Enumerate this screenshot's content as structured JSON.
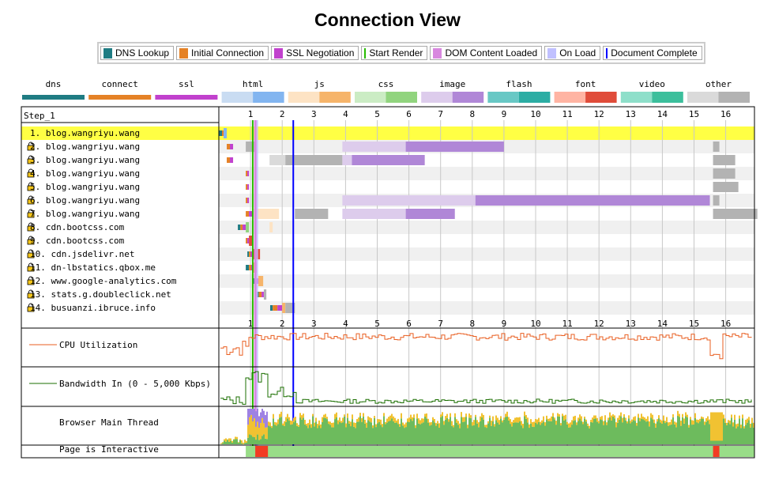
{
  "title": "Connection View",
  "legend": [
    {
      "label": "DNS Lookup",
      "color": "#1f7c83",
      "kind": "box"
    },
    {
      "label": "Initial Connection",
      "color": "#e58226",
      "kind": "box"
    },
    {
      "label": "SSL Negotiation",
      "color": "#c141cd",
      "kind": "box"
    },
    {
      "label": "Start Render",
      "color": "#28bc00",
      "kind": "line"
    },
    {
      "label": "DOM Content Loaded",
      "color": "#d888df",
      "kind": "box"
    },
    {
      "label": "On Load",
      "color": "#c0c0ff",
      "kind": "box"
    },
    {
      "label": "Document Complete",
      "color": "#0000ff",
      "kind": "line"
    }
  ],
  "content_types": [
    {
      "label": "dns",
      "colors": [
        "#1f7c83"
      ]
    },
    {
      "label": "connect",
      "colors": [
        "#e58226"
      ]
    },
    {
      "label": "ssl",
      "colors": [
        "#c141cd"
      ]
    },
    {
      "label": "html",
      "colors": [
        "#c9dcf2",
        "#82b5f0"
      ]
    },
    {
      "label": "js",
      "colors": [
        "#fde3c4",
        "#f6b46a"
      ]
    },
    {
      "label": "css",
      "colors": [
        "#cbecc4",
        "#91d47e"
      ]
    },
    {
      "label": "image",
      "colors": [
        "#ddccec",
        "#b087d7"
      ]
    },
    {
      "label": "flash",
      "colors": [
        "#68c8c5",
        "#2cada4"
      ]
    },
    {
      "label": "font",
      "colors": [
        "#ffb4a3",
        "#e04c3a"
      ]
    },
    {
      "label": "video",
      "colors": [
        "#8edfca",
        "#3cbf9c"
      ]
    },
    {
      "label": "other",
      "colors": [
        "#dadada",
        "#b3b3b3"
      ]
    }
  ],
  "chart_data": {
    "type": "waterfall",
    "step_label": "Step_1",
    "x_ticks": [
      1,
      2,
      3,
      4,
      5,
      6,
      7,
      8,
      9,
      10,
      11,
      12,
      13,
      14,
      15,
      16
    ],
    "x_range_seconds": [
      0,
      17
    ],
    "events": {
      "start_render": 1.07,
      "dom_content_loaded": 1.15,
      "on_load": [
        1.18,
        1.24
      ],
      "document_complete": 2.35
    },
    "requests": [
      {
        "label": "1. blog.wangriyu.wang",
        "secure": false,
        "highlight": true,
        "segments": [
          {
            "type": "dns",
            "start": 0.0,
            "end": 0.1
          },
          {
            "type": "connect",
            "start": 0.1,
            "end": 0.15
          },
          {
            "type": "html",
            "start": 0.15,
            "end": 0.25
          }
        ]
      },
      {
        "label": "2. blog.wangriyu.wang",
        "secure": true,
        "segments": [
          {
            "type": "connect",
            "start": 0.25,
            "end": 0.35
          },
          {
            "type": "ssl",
            "start": 0.35,
            "end": 0.45
          },
          {
            "type": "other",
            "start": 0.85,
            "end": 1.15
          },
          {
            "type": "image",
            "start": 3.9,
            "end": 5.9,
            "wait": true
          },
          {
            "type": "image",
            "start": 5.9,
            "end": 9.0
          },
          {
            "type": "other",
            "start": 15.6,
            "end": 15.8
          }
        ]
      },
      {
        "label": "3. blog.wangriyu.wang",
        "secure": true,
        "segments": [
          {
            "type": "connect",
            "start": 0.25,
            "end": 0.35
          },
          {
            "type": "ssl",
            "start": 0.35,
            "end": 0.45
          },
          {
            "type": "other",
            "start": 1.6,
            "end": 2.1,
            "wait": true
          },
          {
            "type": "other",
            "start": 2.1,
            "end": 3.9
          },
          {
            "type": "image",
            "start": 3.9,
            "end": 4.2,
            "wait": true
          },
          {
            "type": "image",
            "start": 4.2,
            "end": 6.5
          },
          {
            "type": "other",
            "start": 15.6,
            "end": 16.3
          }
        ]
      },
      {
        "label": "4. blog.wangriyu.wang",
        "secure": true,
        "segments": [
          {
            "type": "connect",
            "start": 0.85,
            "end": 0.9
          },
          {
            "type": "ssl",
            "start": 0.9,
            "end": 0.95
          },
          {
            "type": "other",
            "start": 15.6,
            "end": 16.3
          }
        ]
      },
      {
        "label": "5. blog.wangriyu.wang",
        "secure": true,
        "segments": [
          {
            "type": "connect",
            "start": 0.85,
            "end": 0.9
          },
          {
            "type": "ssl",
            "start": 0.9,
            "end": 0.95
          },
          {
            "type": "other",
            "start": 15.6,
            "end": 16.4
          }
        ]
      },
      {
        "label": "6. blog.wangriyu.wang",
        "secure": true,
        "segments": [
          {
            "type": "connect",
            "start": 0.85,
            "end": 0.9
          },
          {
            "type": "ssl",
            "start": 0.9,
            "end": 0.95
          },
          {
            "type": "image",
            "start": 3.9,
            "end": 8.1,
            "wait": true
          },
          {
            "type": "image",
            "start": 8.1,
            "end": 15.5
          },
          {
            "type": "other",
            "start": 15.6,
            "end": 15.8
          }
        ]
      },
      {
        "label": "7. blog.wangriyu.wang",
        "secure": true,
        "segments": [
          {
            "type": "connect",
            "start": 0.85,
            "end": 0.95
          },
          {
            "type": "ssl",
            "start": 0.95,
            "end": 1.05
          },
          {
            "type": "js",
            "start": 1.1,
            "end": 1.9,
            "wait": true
          },
          {
            "type": "other",
            "start": 2.4,
            "end": 3.45
          },
          {
            "type": "image",
            "start": 3.9,
            "end": 5.9,
            "wait": true
          },
          {
            "type": "image",
            "start": 5.9,
            "end": 7.45
          },
          {
            "type": "other",
            "start": 15.6,
            "end": 17.0
          }
        ]
      },
      {
        "label": "8. cdn.bootcss.com",
        "secure": true,
        "segments": [
          {
            "type": "dns",
            "start": 0.6,
            "end": 0.68
          },
          {
            "type": "connect",
            "start": 0.68,
            "end": 0.75
          },
          {
            "type": "ssl",
            "start": 0.75,
            "end": 0.85
          },
          {
            "type": "css",
            "start": 0.85,
            "end": 0.95
          },
          {
            "type": "js",
            "start": 1.6,
            "end": 1.7,
            "wait": true
          }
        ]
      },
      {
        "label": "9. cdn.bootcss.com",
        "secure": true,
        "segments": [
          {
            "type": "connect",
            "start": 0.85,
            "end": 0.9
          },
          {
            "type": "ssl",
            "start": 0.9,
            "end": 0.95
          },
          {
            "type": "font",
            "start": 0.95,
            "end": 1.08
          }
        ]
      },
      {
        "label": "10. cdn.jsdelivr.net",
        "secure": true,
        "segments": [
          {
            "type": "dns",
            "start": 0.9,
            "end": 0.95
          },
          {
            "type": "connect",
            "start": 0.95,
            "end": 1.0
          },
          {
            "type": "ssl",
            "start": 1.0,
            "end": 1.05
          },
          {
            "type": "font",
            "start": 1.05,
            "end": 1.3
          }
        ]
      },
      {
        "label": "11. dn-lbstatics.qbox.me",
        "secure": true,
        "segments": [
          {
            "type": "dns",
            "start": 0.85,
            "end": 0.95
          },
          {
            "type": "connect",
            "start": 0.95,
            "end": 1.02
          },
          {
            "type": "ssl",
            "start": 1.02,
            "end": 1.08
          },
          {
            "type": "js",
            "start": 1.08,
            "end": 1.2
          }
        ]
      },
      {
        "label": "12. www.google-analytics.com",
        "secure": true,
        "segments": [
          {
            "type": "dns",
            "start": 1.08,
            "end": 1.12
          },
          {
            "type": "connect",
            "start": 1.12,
            "end": 1.18
          },
          {
            "type": "ssl",
            "start": 1.18,
            "end": 1.25
          },
          {
            "type": "js",
            "start": 1.25,
            "end": 1.4
          }
        ]
      },
      {
        "label": "13. stats.g.doubleclick.net",
        "secure": true,
        "segments": [
          {
            "type": "dns",
            "start": 1.2,
            "end": 1.26
          },
          {
            "type": "connect",
            "start": 1.26,
            "end": 1.35
          },
          {
            "type": "ssl",
            "start": 1.35,
            "end": 1.42
          },
          {
            "type": "other",
            "start": 1.42,
            "end": 1.5
          }
        ]
      },
      {
        "label": "14. busuanzi.ibruce.info",
        "secure": true,
        "segments": [
          {
            "type": "dns",
            "start": 1.62,
            "end": 1.7
          },
          {
            "type": "connect",
            "start": 1.7,
            "end": 1.85
          },
          {
            "type": "ssl",
            "start": 1.85,
            "end": 2.0
          },
          {
            "type": "js",
            "start": 2.0,
            "end": 2.1
          },
          {
            "type": "other",
            "start": 2.1,
            "end": 2.4
          }
        ]
      }
    ],
    "metrics": [
      {
        "label": "CPU Utilization",
        "color": "#e95f21",
        "range_percent": [
          0,
          100
        ]
      },
      {
        "label": "Bandwidth In (0 - 5,000 Kbps)",
        "color": "#1b6f00",
        "range_kbps": [
          0,
          5000
        ]
      },
      {
        "label": "Browser Main Thread"
      },
      {
        "label": "Page is Interactive",
        "blocked_color": "#f23b23",
        "interactive_color": "#99dd88",
        "blocked_intervals": [
          [
            1.15,
            1.55
          ],
          [
            15.6,
            15.8
          ]
        ]
      }
    ]
  }
}
